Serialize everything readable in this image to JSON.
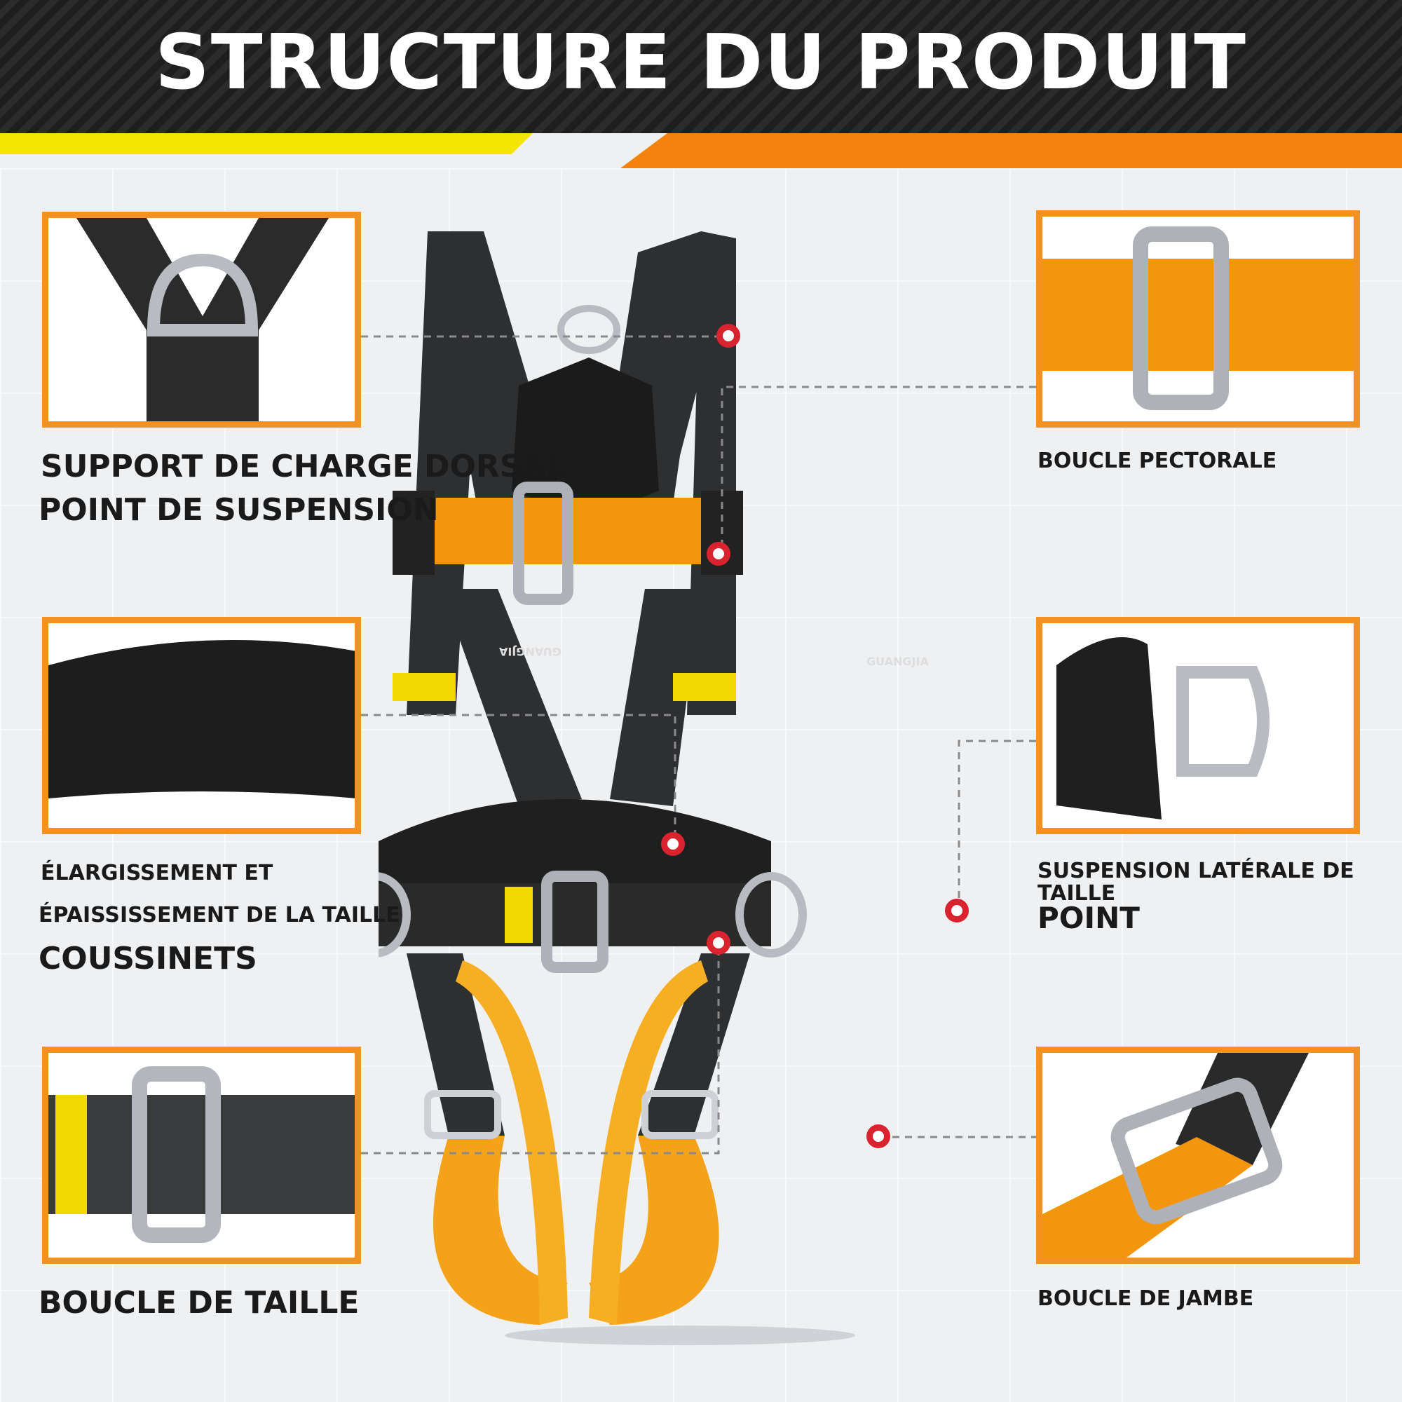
{
  "header": {
    "title": "STRUCTURE DU PRODUIT"
  },
  "colors": {
    "accent_orange": "#f39223",
    "accent_yellow": "#f5e400",
    "marker_red": "#d9232f",
    "strap_black": "#2e2f31"
  },
  "labels": {
    "dorsal_line1": "SUPPORT DE CHARGE DORSAL",
    "dorsal_line2": "POINT DE SUSPENSION",
    "pectoral": "BOUCLE PECTORALE",
    "pad_line1": "ÉLARGISSEMENT ET",
    "pad_line2": "ÉPAISSISSEMENT DE LA TAILLE",
    "pad_line3": "COUSSINETS",
    "lateral_line1": "SUSPENSION LATÉRALE DE",
    "lateral_line2": "TAILLE",
    "lateral_line3": "POINT",
    "waist_buckle": "BOUCLE DE TAILLE",
    "leg_buckle": "BOUCLE DE JAMBE"
  },
  "product_marks": {
    "brand_left": "GUANGJIA",
    "brand_right": "GUANGJIA"
  },
  "icons": [
    "d-ring-icon",
    "buckle-icon",
    "waist-pad-icon",
    "leg-buckle-icon"
  ]
}
